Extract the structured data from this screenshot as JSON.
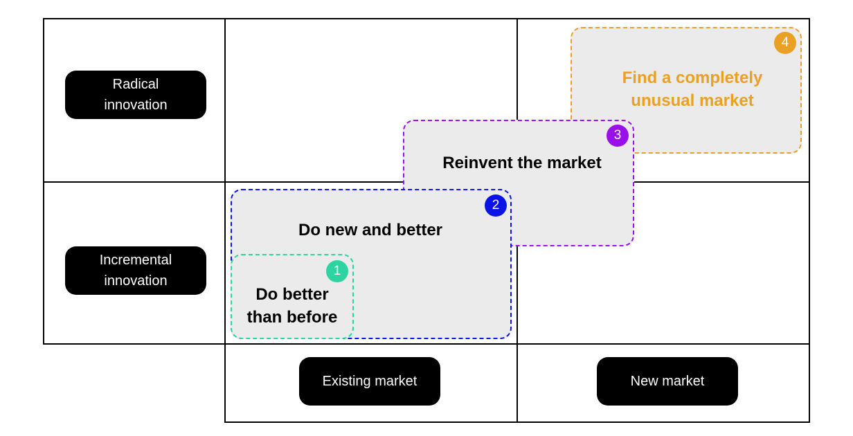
{
  "rows": {
    "radical": "Radical\ninnovation",
    "incremental": "Incremental\ninnovation"
  },
  "columns": {
    "existing": "Existing market",
    "new": "New market"
  },
  "zones": [
    {
      "number": "1",
      "label": "Do better\nthan before",
      "color": "#2bd4a0"
    },
    {
      "number": "2",
      "label": "Do new and better",
      "color": "#0a14e6"
    },
    {
      "number": "3",
      "label": "Reinvent the market",
      "color": "#9a10e8"
    },
    {
      "number": "4",
      "label": "Find a completely\nunusual market",
      "color": "#e9a023"
    }
  ]
}
